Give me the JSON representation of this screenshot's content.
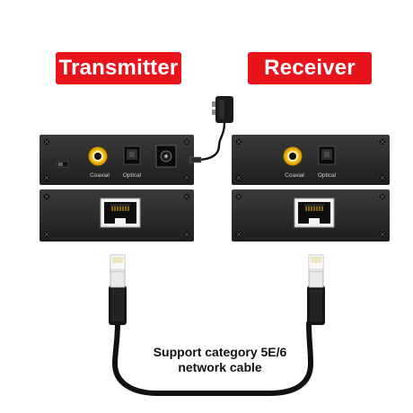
{
  "transmitter": {
    "title": "Transmitter",
    "ports": {
      "coaxial_label": "Coaxial",
      "optical_label": "Optical"
    }
  },
  "receiver": {
    "title": "Receiver",
    "ports": {
      "coaxial_label": "Coaxial",
      "optical_label": "Optical"
    }
  },
  "cable": {
    "caption_line1": "Support category 5E/6",
    "caption_line2": "network cable"
  },
  "colors": {
    "badge_red": "#e8141c",
    "device_body": "#2a2a2a",
    "rca_ring": "#f2b705",
    "cable_black": "#111111"
  }
}
